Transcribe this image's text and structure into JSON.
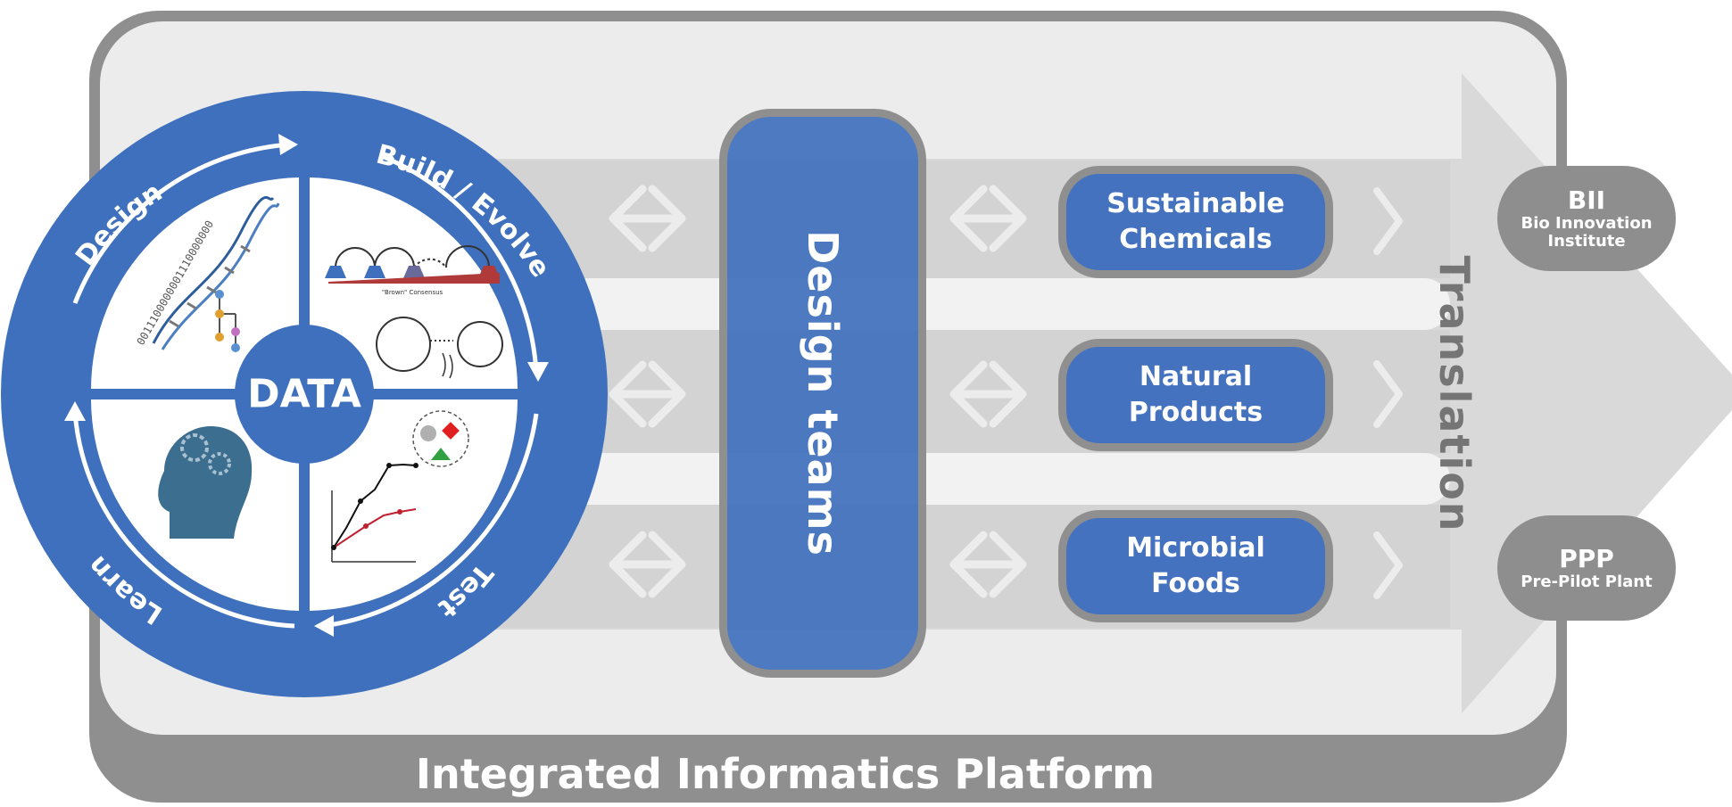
{
  "diagram": {
    "cycle": {
      "center": "DATA",
      "stages": [
        "Design",
        "Build / Evolve",
        "Test",
        "Learn"
      ]
    },
    "panel_texts": {
      "consensus_caption": "\"Brown\" Consensus",
      "binary_text": "0011100000001110000000"
    },
    "center_column": "Design teams",
    "products": [
      "Sustainable\nChemicals",
      "Natural\nProducts",
      "Microbial\nFoods"
    ],
    "translation": "Translation",
    "outputs": [
      {
        "abbr": "BII",
        "full": "Bio Innovation\nInstitute"
      },
      {
        "abbr": "PPP",
        "full": "Pre-Pilot Plant"
      }
    ],
    "platform": "Integrated Informatics Platform"
  },
  "colors": {
    "cycle_blue": "#3f70bd",
    "box_blue": "#4472bf",
    "frame_gray": "#8f8f8f",
    "panel_gray": "#ececec",
    "band_gray": "#d6d6d6",
    "arrow_gray": "#c8c8c8",
    "white": "#ffffff"
  }
}
